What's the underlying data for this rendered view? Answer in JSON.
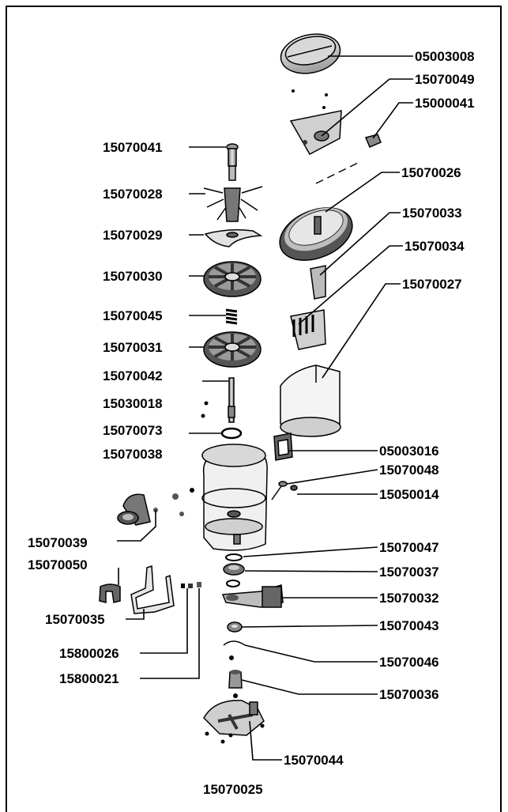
{
  "diagram": {
    "assembly_label": "15070025",
    "part_labels": {
      "p05003008": "05003008",
      "p15070049": "15070049",
      "p15000041": "15000041",
      "p15070041": "15070041",
      "p15070026": "15070026",
      "p15070028": "15070028",
      "p15070033": "15070033",
      "p15070029": "15070029",
      "p15070034": "15070034",
      "p15070030": "15070030",
      "p15070027": "15070027",
      "p15070045": "15070045",
      "p15070031": "15070031",
      "p15070042": "15070042",
      "p15030018": "15030018",
      "p15070073": "15070073",
      "p15070038": "15070038",
      "p05003016": "05003016",
      "p15070048": "15070048",
      "p15050014": "15050014",
      "p15070039": "15070039",
      "p15070047": "15070047",
      "p15070050": "15070050",
      "p15070037": "15070037",
      "p15070032": "15070032",
      "p15070035": "15070035",
      "p15070043": "15070043",
      "p15800026": "15800026",
      "p15070046": "15070046",
      "p15800021": "15800021",
      "p15070036": "15070036",
      "p15070044": "15070044"
    }
  }
}
